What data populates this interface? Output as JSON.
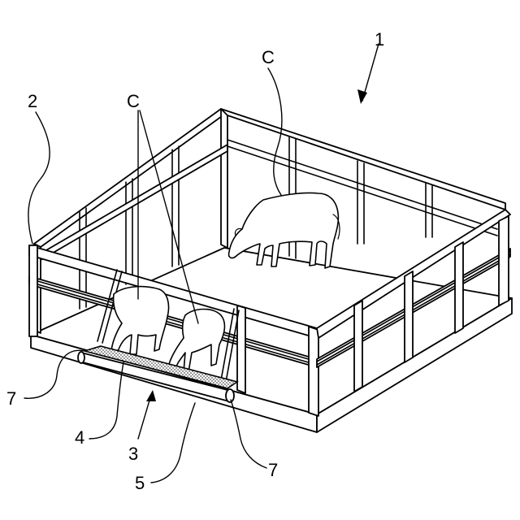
{
  "labels": {
    "ref_1": "1",
    "ref_2": "2",
    "ref_c_top": "C",
    "ref_c_left": "C",
    "ref_3": "3",
    "ref_4": "4",
    "ref_5": "5",
    "ref_7_left": "7",
    "ref_7_right": "7"
  },
  "colors": {
    "ink": "#000000",
    "paper": "#ffffff",
    "mesh": "#888888"
  }
}
